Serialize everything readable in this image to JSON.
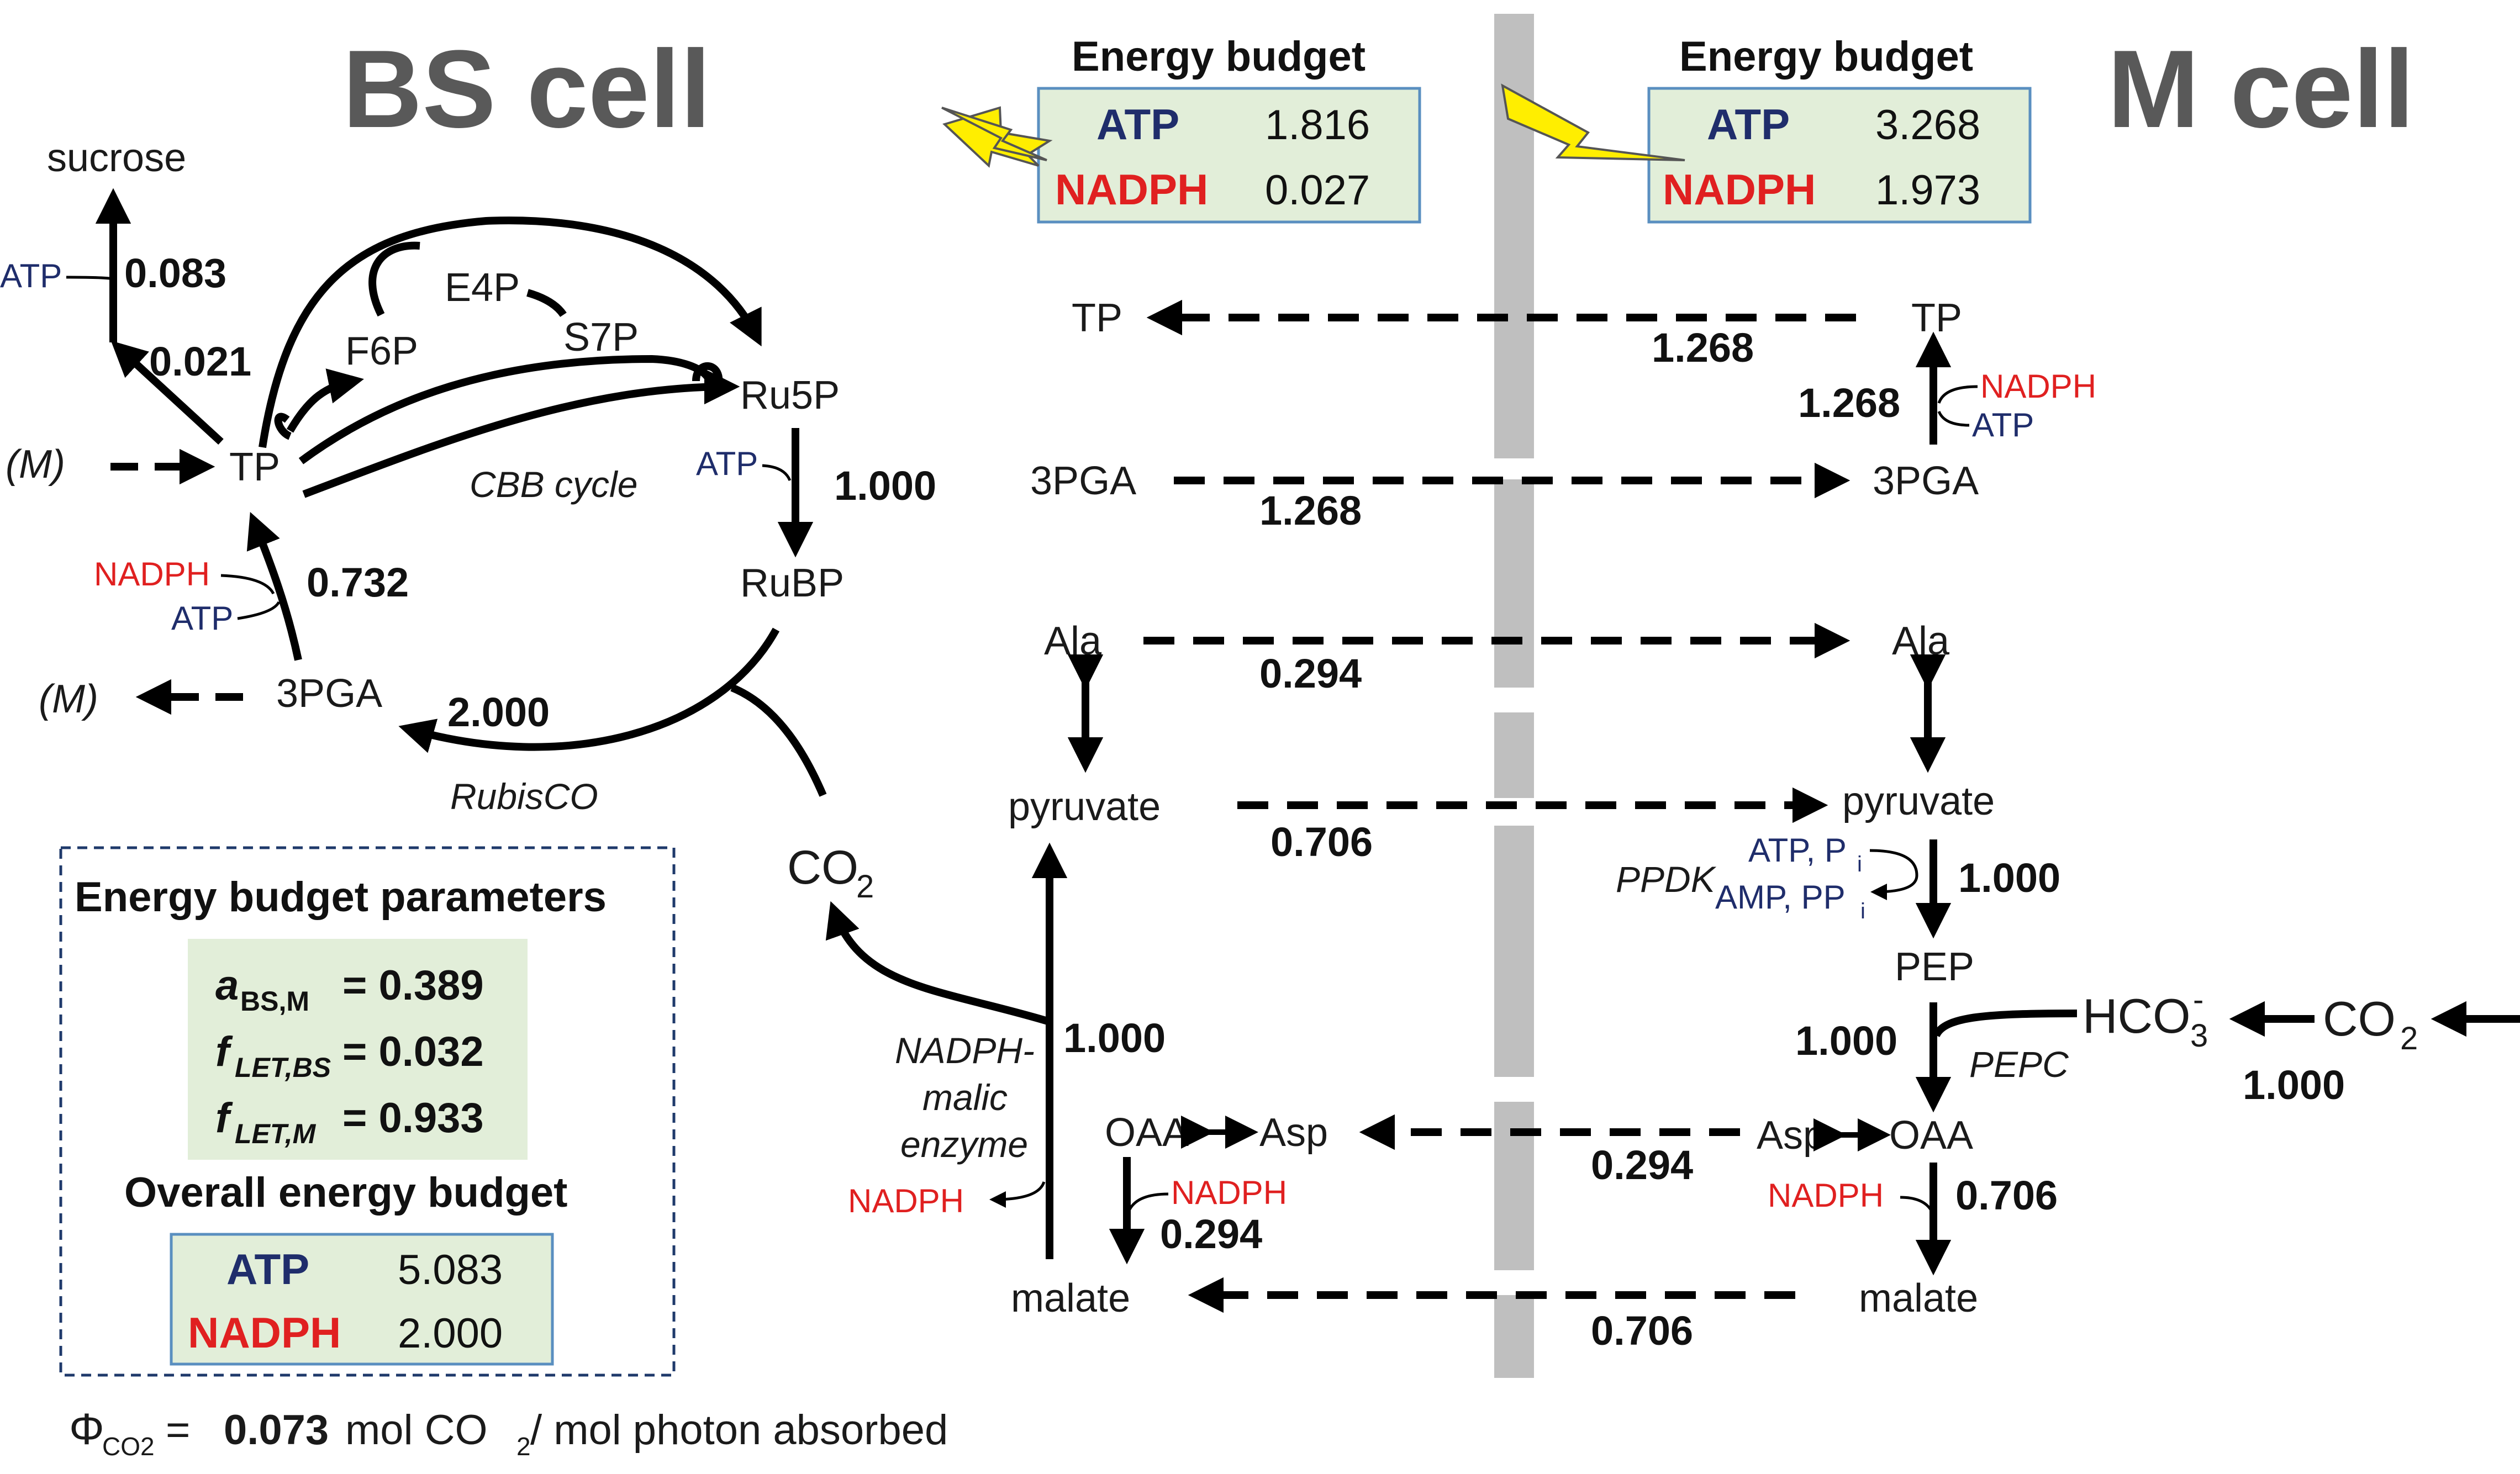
{
  "titles": {
    "bs": "BS cell",
    "m": "M cell"
  },
  "energy_budget": {
    "bs": {
      "title": "Energy budget",
      "atp_label": "ATP",
      "atp": "1.816",
      "nadph_label": "NADPH",
      "nadph": "0.027"
    },
    "m": {
      "title": "Energy budget",
      "atp_label": "ATP",
      "atp": "3.268",
      "nadph_label": "NADPH",
      "nadph": "1.973"
    }
  },
  "metabolites": {
    "sucrose": "sucrose",
    "e4p": "E4P",
    "f6p": "F6P",
    "s7p": "S7P",
    "ru5p": "Ru5P",
    "tp_bs": "TP",
    "rubp": "RuBP",
    "pga3_bs": "3PGA",
    "co2_bs": "CO",
    "m_left1": "(M)",
    "m_left2": "(M)",
    "tp_left": "TP",
    "pga3_left": "3PGA",
    "ala_left": "Ala",
    "pyruvate_left": "pyruvate",
    "oaa_left": "OAA",
    "asp_left": "Asp",
    "malate_left": "malate",
    "tp_m": "TP",
    "pga3_m": "3PGA",
    "ala_m": "Ala",
    "pyruvate_m": "pyruvate",
    "pep": "PEP",
    "hco3": "HCO",
    "co2_m": "CO",
    "asp_m": "Asp",
    "oaa_m": "OAA",
    "malate_m": "malate"
  },
  "subscripts": {
    "two": "2",
    "three": "3",
    "minus": "-",
    "i": "i"
  },
  "fluxes": {
    "sucrose_out": "0.083",
    "tp_to_sucrose": "0.021",
    "ru5p_rubp": "1.000",
    "pga_tp": "0.732",
    "rubisco": "2.000",
    "tp_transfer": "1.268",
    "tp_m_up": "1.268",
    "pga_transfer": "1.268",
    "ala": "0.294",
    "pyruvate": "0.706",
    "ppdk": "1.000",
    "malic": "1.000",
    "pepc": "1.000",
    "co2_in": "1.000",
    "asp": "0.294",
    "oaa_malate_bs": "0.294",
    "oaa_malate_m": "0.706",
    "malate": "0.706"
  },
  "cofactors": {
    "atp": "ATP",
    "nadph": "NADPH",
    "atp_pi": "ATP, P",
    "amp_ppi": "AMP, PP"
  },
  "enzymes": {
    "cbb": "CBB cycle",
    "rubisco": "RubisCO",
    "ppdk": "PPDK",
    "pepc": "PEPC",
    "malic1": "NADPH-",
    "malic2": "malic",
    "malic3": "enzyme"
  },
  "parameters": {
    "title": "Energy budget parameters",
    "a_sym": "a",
    "a_sub": "BS,M",
    "a_val": " = 0.389",
    "f_sym": "f",
    "f1_sub": "LET,BS",
    "f1_val": " = 0.032",
    "f2_sub": "LET,M",
    "f2_val": " = 0.933",
    "overall_title": "Overall energy budget",
    "atp_label": "ATP",
    "atp": "5.083",
    "nadph_label": "NADPH",
    "nadph": "2.000"
  },
  "yield": {
    "phi": "Φ",
    "phi_sub": "CO2",
    "eq": " = ",
    "value": "0.073",
    "unit_a": " mol CO",
    "unit_sub": "2",
    "unit_b": " / mol photon absorbed"
  },
  "colors": {
    "atp": "#1f2d6b",
    "nadph": "#e02020",
    "title_gray": "#595959",
    "box_fill": "#e2eed9",
    "box_border": "#5a8fc0",
    "membrane": "#bfbfbf"
  }
}
